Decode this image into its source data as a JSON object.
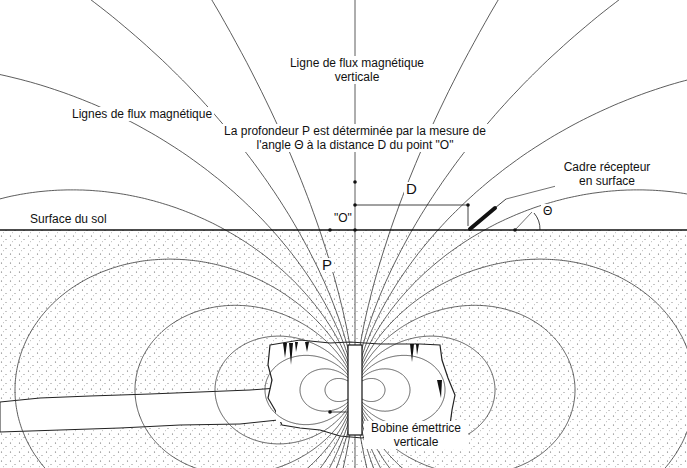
{
  "diagram": {
    "labels": [
      "Ligne de flux magnétique verticale",
      "Lignes de flux magnétique",
      "La profondeur P est déterminée par la mesure de l'angle Θ à la distance D du point \"O\"",
      "Cadre récepteur en surface",
      "Θ",
      "D",
      "Surface du sol",
      "\"O\"",
      "P",
      "Bobine émettrice verticale"
    ]
  }
}
